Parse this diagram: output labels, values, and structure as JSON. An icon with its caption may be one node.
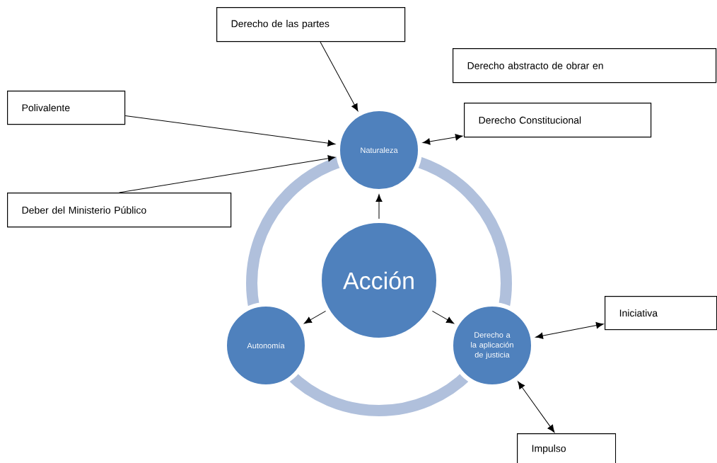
{
  "diagram": {
    "nodes": [
      {
        "text": [
          "Acción"
        ]
      },
      {
        "text": [
          "Naturaleza"
        ]
      },
      {
        "text": [
          "Autonomía"
        ]
      },
      {
        "text": [
          "Derecho a la aplicación de justicia"
        ]
      },
      {
        "text": [
          "Derecho de las  partes"
        ]
      },
      {
        "text": [
          "Derecho  abstracto  de  obrar  en"
        ]
      },
      {
        "text": [
          "Derecho Constitucional"
        ]
      },
      {
        "text": [
          "Polivalente"
        ]
      },
      {
        "text": [
          "Deber del Ministerio Público"
        ]
      },
      {
        "text": [
          "Iniciativa"
        ]
      },
      {
        "text": [
          "Impulso"
        ]
      }
    ],
    "edges": [
      {
        "from": 0,
        "to": 1,
        "arrow": "to"
      },
      {
        "from": 0,
        "to": 2,
        "arrow": "to"
      },
      {
        "from": 0,
        "to": 3,
        "arrow": "to"
      },
      {
        "from": 4,
        "to": 1,
        "arrow": "to"
      },
      {
        "from": 6,
        "to": 1,
        "arrow": "both"
      },
      {
        "from": 7,
        "to": 1,
        "arrow": "to"
      },
      {
        "from": 8,
        "to": 1,
        "arrow": "to"
      },
      {
        "from": 9,
        "to": 3,
        "arrow": "both"
      },
      {
        "from": 10,
        "to": 3,
        "arrow": "both"
      }
    ]
  }
}
